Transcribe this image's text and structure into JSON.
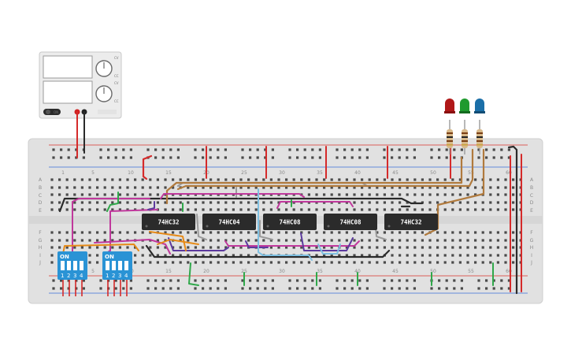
{
  "breadboard": {
    "column_numbers": [
      "1",
      "5",
      "10",
      "15",
      "20",
      "25",
      "30",
      "35",
      "40",
      "45",
      "50",
      "55",
      "60"
    ],
    "row_letters_top": [
      "A",
      "B",
      "C",
      "D",
      "E"
    ],
    "row_letters_bottom": [
      "F",
      "G",
      "H",
      "I",
      "J"
    ]
  },
  "power_supply": {
    "knob_labels_top": [
      "CV",
      "CC"
    ],
    "knob_labels_bottom": [
      "CV",
      "CC"
    ],
    "switch_label": "ON"
  },
  "chips": [
    {
      "label": "74HC32"
    },
    {
      "label": "74HC04"
    },
    {
      "label": "74HC08"
    },
    {
      "label": "74HC08"
    },
    {
      "label": "74HC32"
    }
  ],
  "dip_switches": [
    {
      "on_label": "ON",
      "positions": [
        "1",
        "2",
        "3",
        "4"
      ]
    },
    {
      "on_label": "ON",
      "positions": [
        "1",
        "2",
        "3",
        "4"
      ]
    }
  ],
  "leds": [
    {
      "color": "#b01818"
    },
    {
      "color": "#1f9a2e"
    },
    {
      "color": "#1b6fa8"
    }
  ],
  "colors": {
    "board": "#e1e1e1",
    "rail_red": "#d9342b",
    "rail_blue": "#3a6fd8",
    "chip": "#2b2b2b",
    "dip": "#2a93d5"
  }
}
